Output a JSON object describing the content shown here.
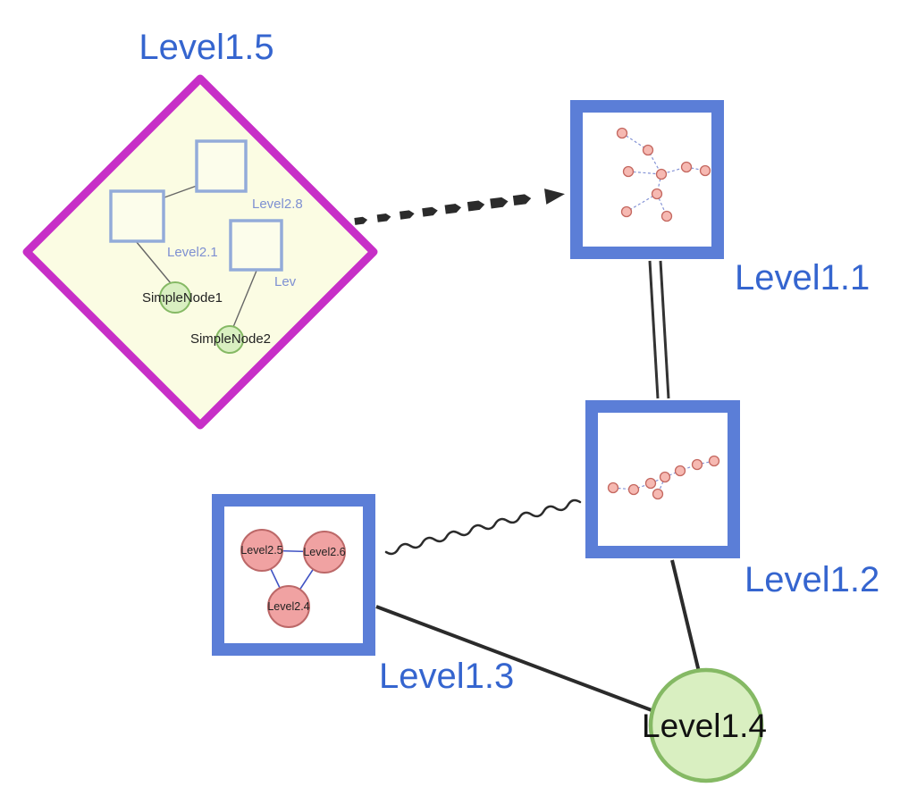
{
  "labels": {
    "level1_5": "Level1.5",
    "level1_1": "Level1.1",
    "level1_2": "Level1.2",
    "level1_3": "Level1.3",
    "level1_4": "Level1.4",
    "level2_8": "Level2.8",
    "level2_1": "Level2.1",
    "level2_x": "Lev",
    "simple_node_1": "SimpleNode1",
    "simple_node_2": "SimpleNode2",
    "level2_5": "Level2.5",
    "level2_6": "Level2.6",
    "level2_4": "Level2.4"
  },
  "colors": {
    "label_blue": "#3565cf",
    "inner_label_blue": "#7e90d2",
    "diamond_border": "#c72fc7",
    "diamond_fill": "#fbfce3",
    "inner_square_border": "#93abd9",
    "inner_square_fill": "#fcfdeb",
    "square_border": "#5b7ed7",
    "green_fill": "#d9efc1",
    "green_border": "#85b964",
    "pink_fill": "#f0a2a2",
    "pink_border": "#bc6868",
    "mini_pink_fill": "#f6b9b2",
    "mini_pink_border": "#c4675f",
    "mini_edge": "#8594d6",
    "triangle_edge": "#4053c4",
    "edge_dark": "#2b2b2b",
    "inner_edge_gray": "#666666"
  }
}
